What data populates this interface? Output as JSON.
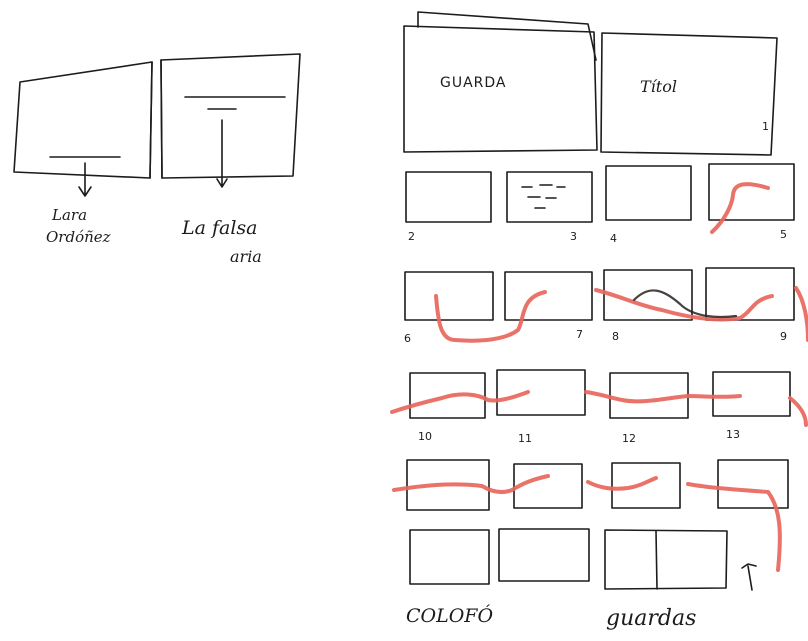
{
  "cover": {
    "author": [
      "Lara",
      "Ordóñez"
    ],
    "title": [
      "La falsa",
      "aria"
    ]
  },
  "spreads": {
    "guarda": "GUARDA",
    "titol": "Títol",
    "titol_page": "1",
    "page_numbers": [
      "2",
      "3",
      "4",
      "5",
      "6",
      "7",
      "8",
      "9",
      "10",
      "11",
      "12",
      "13"
    ],
    "colofo": "COLOFÓ",
    "guardas": "guardas"
  },
  "colors": {
    "ink": "#1c1c1c",
    "thread": "#e8675c",
    "paper": "#ffffff"
  }
}
